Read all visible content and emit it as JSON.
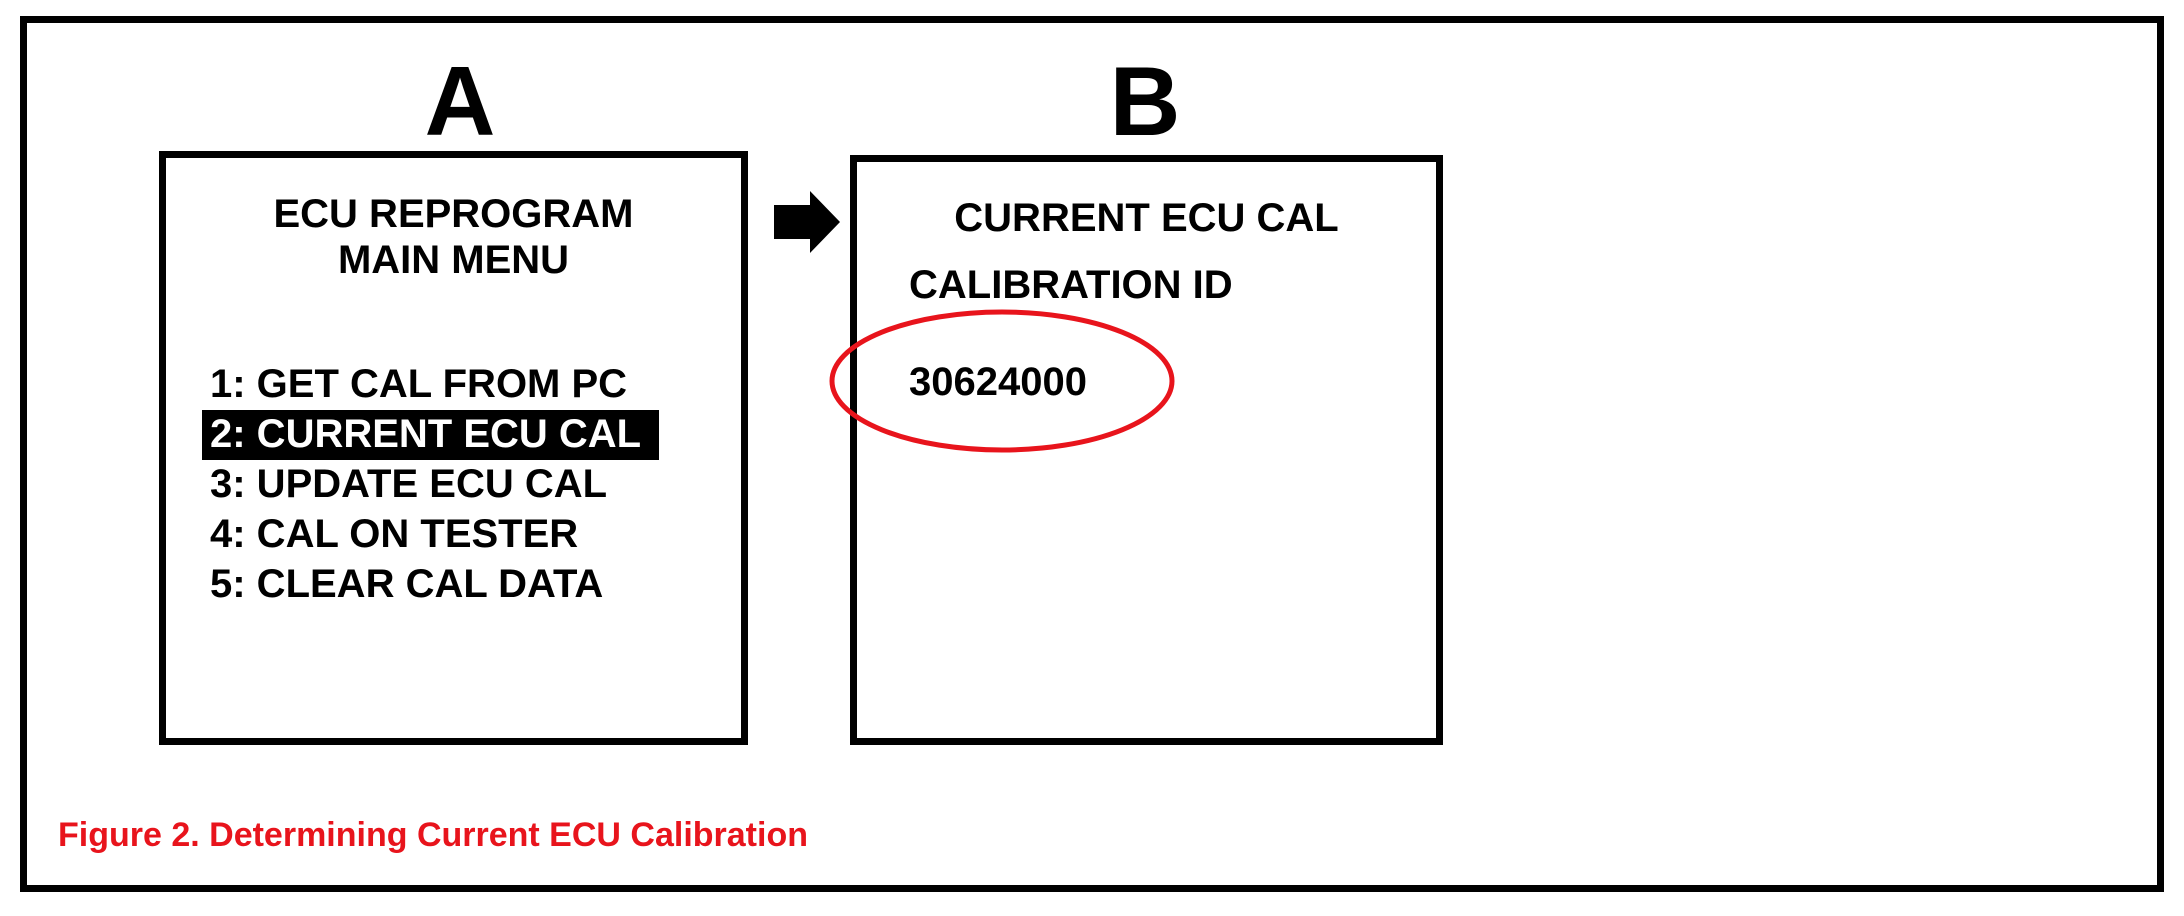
{
  "panels": {
    "a": {
      "letter": "A",
      "screen_title_line1": "ECU REPROGRAM",
      "screen_title_line2": "MAIN MENU",
      "menu_items": [
        {
          "label": "1: GET CAL FROM PC",
          "selected": false
        },
        {
          "label": "2: CURRENT ECU CAL",
          "selected": true
        },
        {
          "label": "3: UPDATE ECU CAL",
          "selected": false
        },
        {
          "label": "4: CAL ON TESTER",
          "selected": false
        },
        {
          "label": "5: CLEAR CAL DATA",
          "selected": false
        }
      ]
    },
    "b": {
      "letter": "B",
      "screen_title": "CURRENT ECU CAL",
      "calibration_label": "CALIBRATION ID",
      "calibration_value": "30624000"
    }
  },
  "caption": "Figure 2. Determining Current ECU Calibration",
  "colors": {
    "highlight": "#e8141c",
    "caption": "#e8141c",
    "selected_bg": "#000000",
    "selected_fg": "#ffffff"
  },
  "icons": {
    "arrow": "arrow-right-icon",
    "highlight": "highlight-oval-icon"
  }
}
